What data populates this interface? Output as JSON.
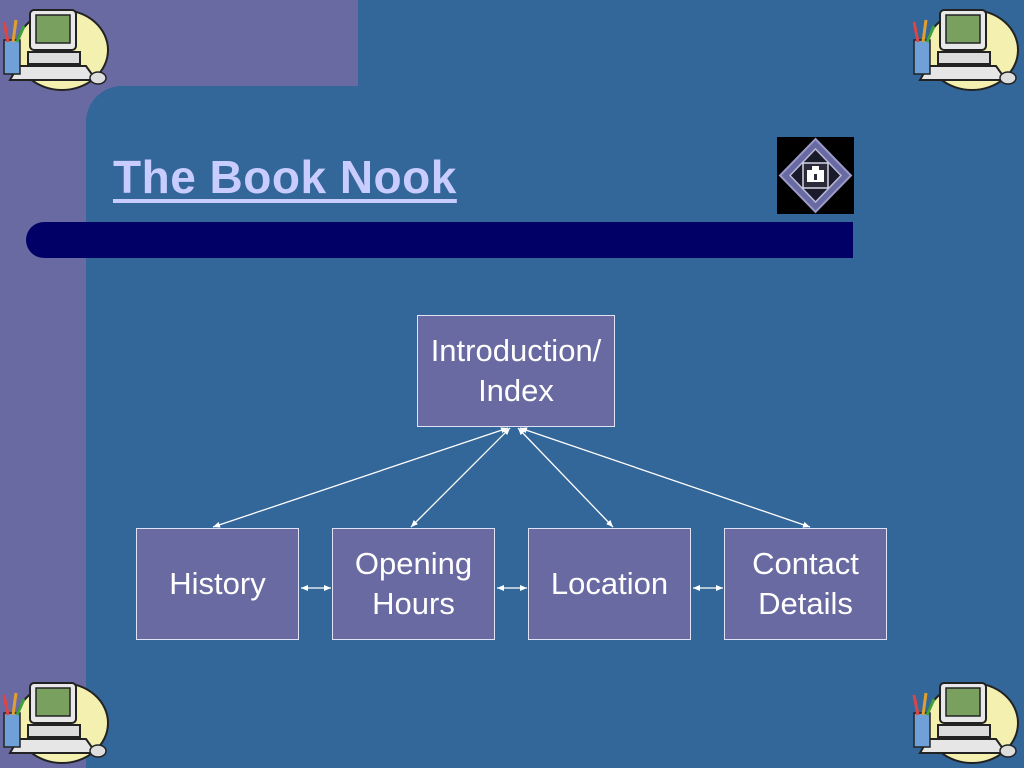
{
  "slide": {
    "title": "The Book Nook"
  },
  "diagram": {
    "root": {
      "label": "Introduction/\nIndex"
    },
    "children": [
      {
        "label": "History"
      },
      {
        "label": "Opening\nHours"
      },
      {
        "label": "Location"
      },
      {
        "label": "Contact\nDetails"
      }
    ]
  },
  "colors": {
    "background_panel": "#336699",
    "side_band": "#6a6aa2",
    "title_bar": "#000066",
    "title_text": "#c8ccff",
    "box_fill": "#6a6aa2",
    "box_border": "#dfe3f5"
  },
  "icons": {
    "corner_clipart": "computer-clipart-icon",
    "logo": "house-logo-icon"
  }
}
